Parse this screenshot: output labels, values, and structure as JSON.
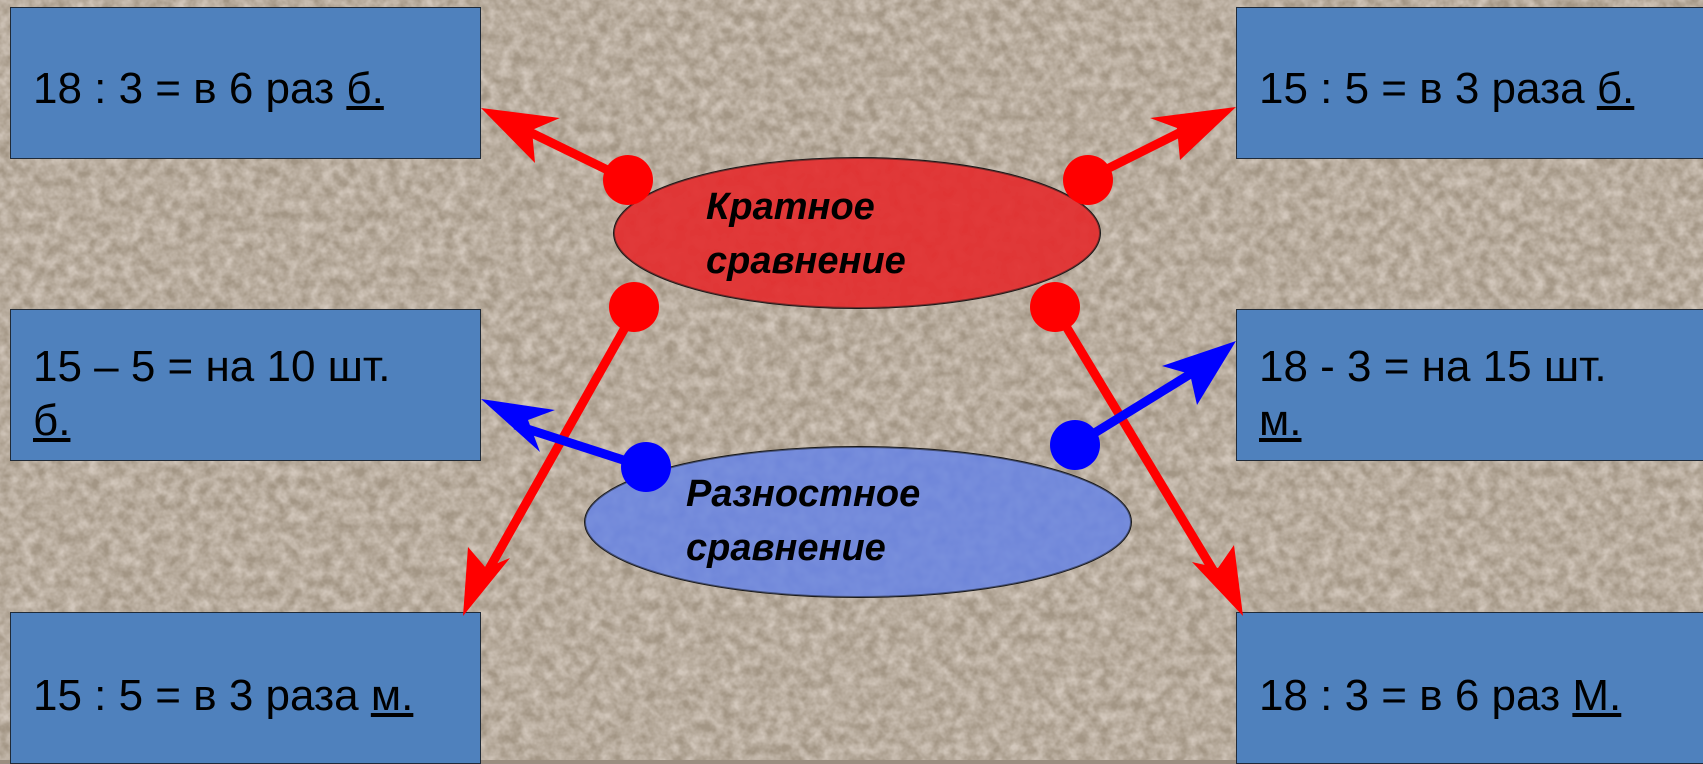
{
  "colors": {
    "box_fill": "#4f81bd",
    "red": "#ff0000",
    "blue": "#0000ff",
    "red_oval": "#e83a3a",
    "blue_oval": "#7f95e0"
  },
  "ovals": {
    "multiple": {
      "line1": "Кратное",
      "line2": "сравнение"
    },
    "difference": {
      "line1": "Разностное",
      "line2": "сравнение"
    }
  },
  "boxes": {
    "top_left": {
      "text": "18 : 3 = в 6 раз ",
      "mark": "б."
    },
    "top_right": {
      "text": "15 : 5 = в 3 раза ",
      "mark": "б."
    },
    "mid_left": {
      "line1": "15 – 5 = на 10 шт.",
      "mark": "б."
    },
    "mid_right": {
      "line1": "18 - 3 = на 15 шт.",
      "mark": "м."
    },
    "bottom_left": {
      "text": "15 : 5 = в 3 раза ",
      "mark": "м."
    },
    "bottom_right": {
      "text": "18 : 3 = в 6 раз ",
      "mark": "М."
    }
  }
}
